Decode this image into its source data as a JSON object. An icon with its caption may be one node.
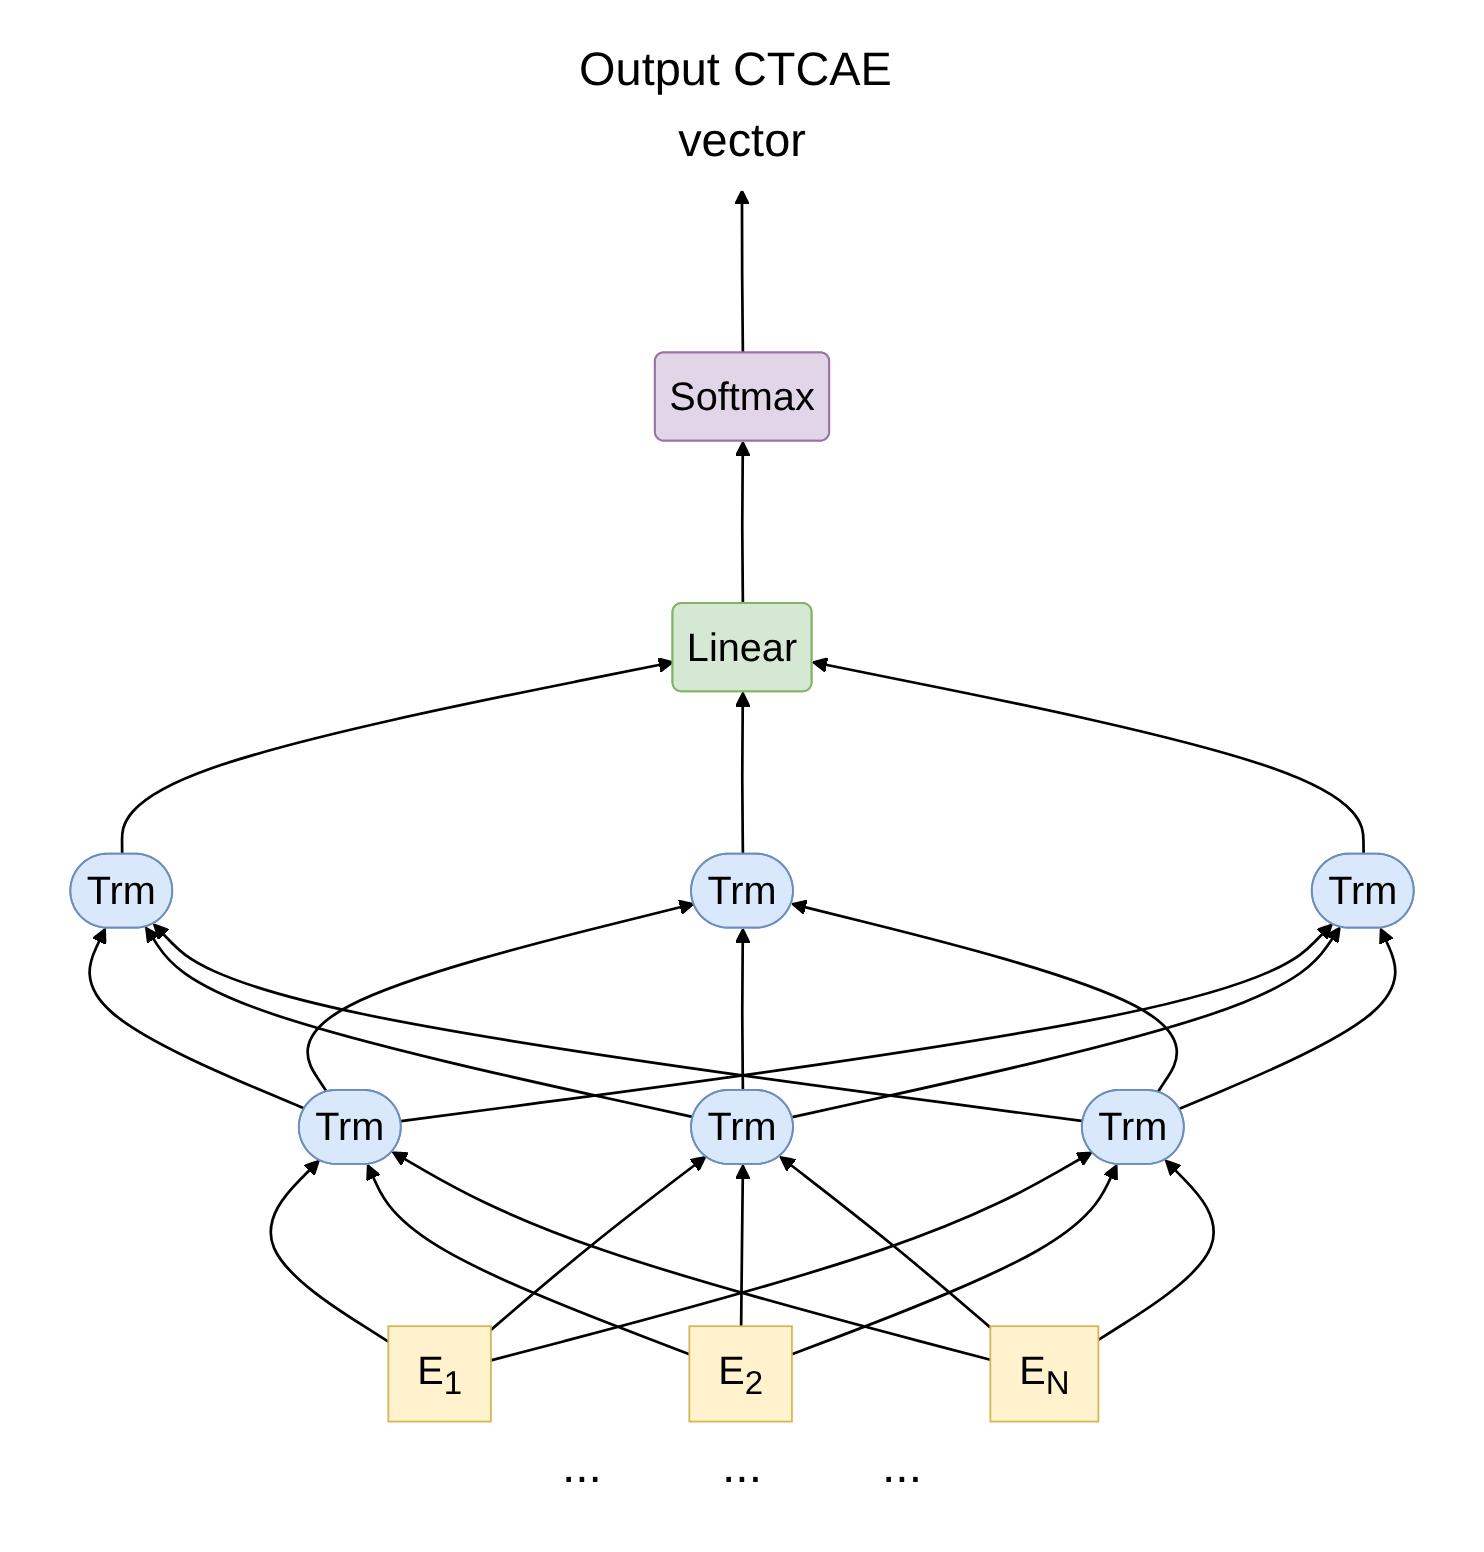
{
  "diagram": {
    "nodes": [
      {
        "text": [
          "Output CTCAE vector"
        ]
      },
      {
        "text": [
          "Softmax"
        ]
      },
      {
        "text": [
          "Linear"
        ]
      },
      {
        "text": [
          "Trm"
        ]
      },
      {
        "text": [
          "Trm"
        ]
      },
      {
        "text": [
          "Trm"
        ]
      },
      {
        "text": [
          "Trm"
        ]
      },
      {
        "text": [
          "Trm"
        ]
      },
      {
        "text": [
          "Trm"
        ]
      },
      {
        "text": [
          "E$_{1}$"
        ]
      },
      {
        "text": [
          "E$_{2}$"
        ]
      },
      {
        "text": [
          "E$_{N}$"
        ]
      }
    ],
    "edges": [
      {
        "from": 1,
        "to": 0,
        "arrow": "to"
      },
      {
        "from": 2,
        "to": 1,
        "arrow": "to"
      },
      {
        "from": 3,
        "to": 2,
        "arrow": "to"
      },
      {
        "from": 4,
        "to": 2,
        "arrow": "to"
      },
      {
        "from": 5,
        "to": 2,
        "arrow": "to"
      },
      {
        "from": 6,
        "to": 3,
        "arrow": "to"
      },
      {
        "from": 6,
        "to": 4,
        "arrow": "to"
      },
      {
        "from": 6,
        "to": 5,
        "arrow": "to"
      },
      {
        "from": 7,
        "to": 3,
        "arrow": "to"
      },
      {
        "from": 7,
        "to": 4,
        "arrow": "to"
      },
      {
        "from": 7,
        "to": 5,
        "arrow": "to"
      },
      {
        "from": 8,
        "to": 3,
        "arrow": "to"
      },
      {
        "from": 8,
        "to": 4,
        "arrow": "to"
      },
      {
        "from": 8,
        "to": 5,
        "arrow": "to"
      },
      {
        "from": 9,
        "to": 6,
        "arrow": "to"
      },
      {
        "from": 9,
        "to": 7,
        "arrow": "to"
      },
      {
        "from": 9,
        "to": 8,
        "arrow": "to"
      },
      {
        "from": 10,
        "to": 6,
        "arrow": "to"
      },
      {
        "from": 10,
        "to": 7,
        "arrow": "to"
      },
      {
        "from": 10,
        "to": 8,
        "arrow": "to"
      },
      {
        "from": 11,
        "to": 6,
        "arrow": "to"
      },
      {
        "from": 11,
        "to": 7,
        "arrow": "to"
      },
      {
        "from": 11,
        "to": 8,
        "arrow": "to"
      }
    ],
    "labels": [
      "...",
      "...",
      "..."
    ]
  }
}
